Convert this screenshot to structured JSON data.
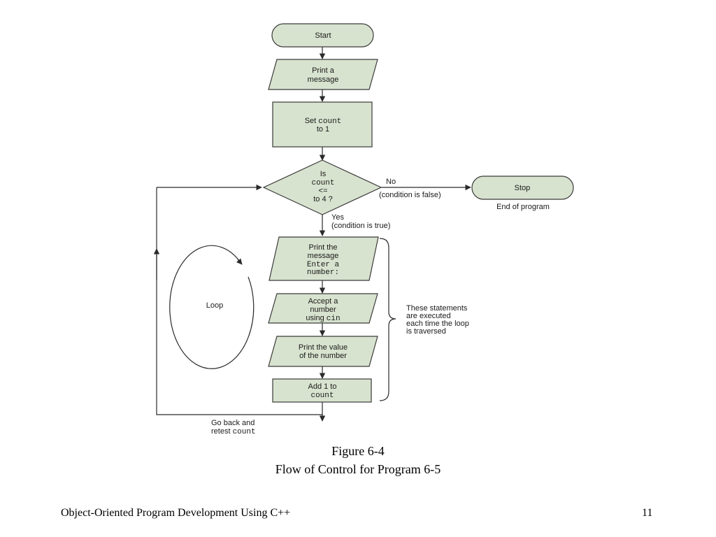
{
  "colors": {
    "shape_fill": "#d8e3cf",
    "stroke": "#3a3a3a"
  },
  "flowchart": {
    "start": "Start",
    "print_message": [
      "Print a",
      "message"
    ],
    "set_count": {
      "line1_text": "Set ",
      "line1_code": "count",
      "line2": "to 1"
    },
    "decision": {
      "line1": "Is",
      "line2": "count",
      "line3": "<=",
      "line4": "to 4 ?"
    },
    "no_label": "No",
    "false_label": "(condition is false)",
    "stop": "Stop",
    "end_label": "End of program",
    "yes_label": "Yes",
    "true_label": "(condition is true)",
    "print_enter": {
      "line1": "Print the",
      "line2": "message",
      "code1": "Enter a",
      "code2": "number:"
    },
    "accept": {
      "line1": "Accept a",
      "line2": "number",
      "line3_text": "using ",
      "line3_code": "cin"
    },
    "print_value": [
      "Print the value",
      "of the number"
    ],
    "add_one": {
      "line1": "Add 1 to",
      "code": "count"
    },
    "loop_label": "Loop",
    "brace_note": [
      "These statements",
      "are executed",
      "each time the loop",
      "is traversed"
    ],
    "go_back": {
      "line1": "Go back and",
      "line2_text": "retest ",
      "line2_code": "count"
    }
  },
  "caption": {
    "figure": "Figure 6-4",
    "title": "Flow of Control for Program 6-5"
  },
  "footer": {
    "book_title": "Object-Oriented Program Development Using C++",
    "page_number": "11"
  }
}
